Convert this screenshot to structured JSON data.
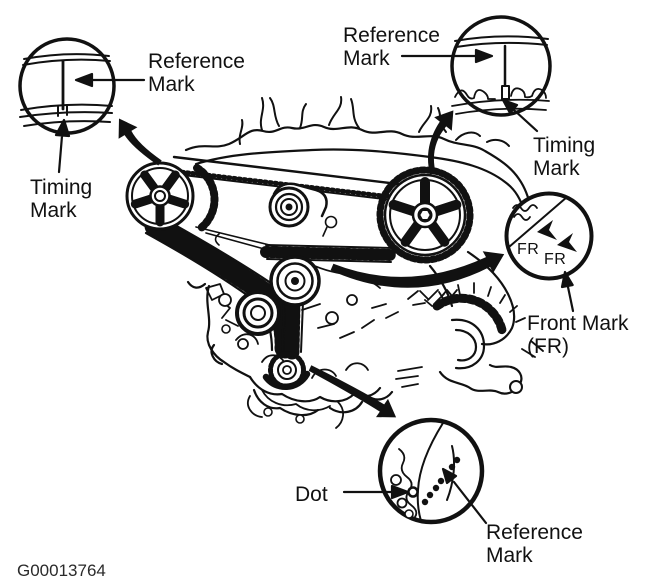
{
  "figure": {
    "id": "G00013764",
    "description": "Engine timing belt installation diagram with camshaft reference and timing marks, crankshaft front mark (FR) and reference mark callouts",
    "background": "#ffffff",
    "ink": "#111111"
  },
  "callout_labels": {
    "camshaft_left_reference": {
      "line1": "Reference",
      "line2": "Mark"
    },
    "camshaft_left_timing": {
      "line1": "Timing",
      "line2": "Mark"
    },
    "camshaft_right_reference": {
      "line1": "Reference",
      "line2": "Mark"
    },
    "camshaft_right_timing": {
      "line1": "Timing",
      "line2": "Mark"
    },
    "front_mark": {
      "line1": "Front Mark",
      "line2": "(FR)"
    },
    "dot": {
      "line1": "Dot"
    },
    "crankshaft_reference": {
      "line1": "Reference",
      "line2": "Mark"
    }
  },
  "inset_texts": {
    "fr_left": "FR",
    "fr_right": "FR"
  }
}
